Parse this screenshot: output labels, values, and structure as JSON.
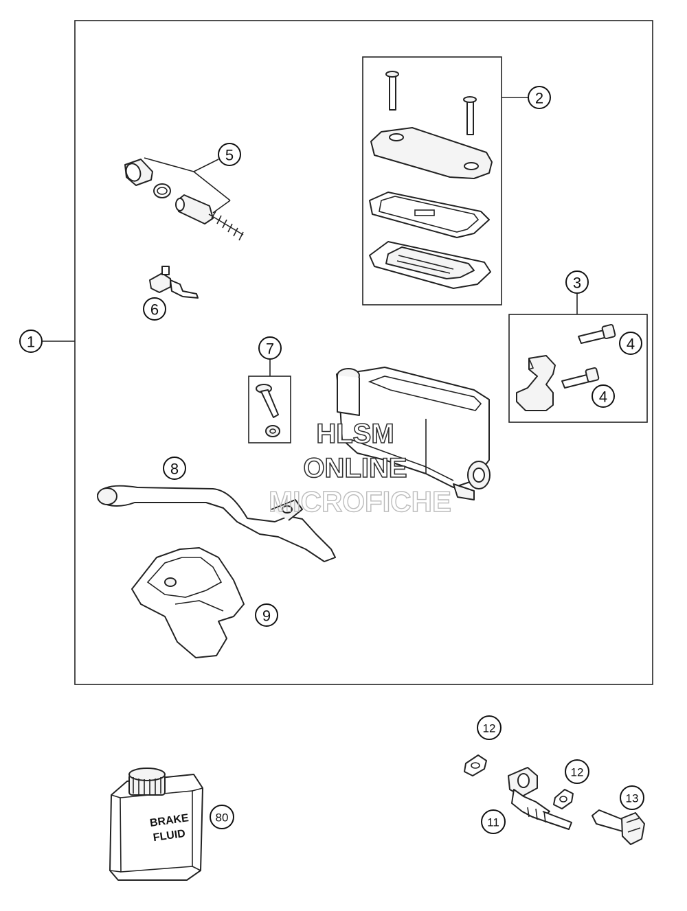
{
  "callouts": {
    "c1": "1",
    "c2": "2",
    "c3": "3",
    "c4a": "4",
    "c4b": "4",
    "c5": "5",
    "c6": "6",
    "c7": "7",
    "c8": "8",
    "c9": "9",
    "c11": "11",
    "c12a": "12",
    "c12b": "12",
    "c13": "13",
    "c80": "80"
  },
  "watermark": {
    "line1": "HLSM",
    "line2": "ONLINE",
    "line3": "MICROFICHE"
  },
  "brake_fluid_can": {
    "label_line1": "BRAKE",
    "label_line2": "FLUID"
  }
}
